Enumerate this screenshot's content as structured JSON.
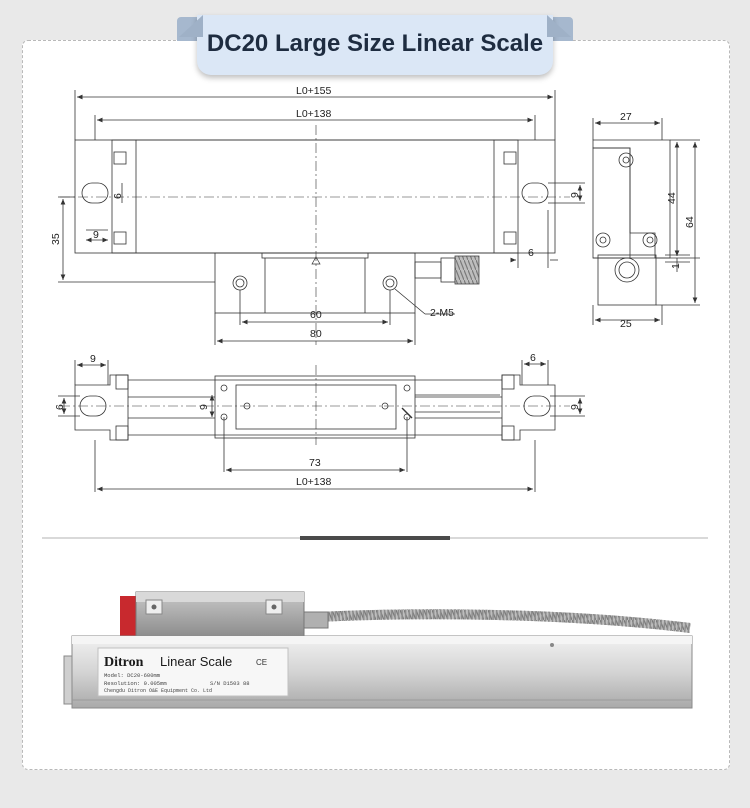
{
  "page": {
    "title": "DC20 Large Size Linear Scale"
  },
  "top_view": {
    "dim_overall": "L0+155",
    "dim_body": "L0+138",
    "dim_slot_height": "6",
    "dim_slot_width": "9",
    "dim_right_slot": "9",
    "dim_right_offset": "6",
    "dim_height": "35",
    "dim_hole_spacing": "60",
    "dim_reader_width": "80",
    "thread_note": "2-M5"
  },
  "side_view": {
    "dim_width": "27",
    "dim_height_44": "44",
    "dim_height_64": "64",
    "dim_offset": "1",
    "dim_base": "25"
  },
  "bottom_view": {
    "dim_left_slot": "9",
    "dim_left_height": "6",
    "dim_center": "9",
    "dim_right_top": "6",
    "dim_right_slot": "9",
    "dim_hole_spacing": "73",
    "dim_body": "L0+138"
  },
  "product": {
    "brand": "Ditron",
    "name": "Linear Scale",
    "mark": "CE",
    "model_line": "Model: DC20-600mm",
    "resolution_line": "Resolution: 0.005mm",
    "serial_line": "S/N D1503 88",
    "maker_line": "Chengdu Ditron O&E Equipment Co. Ltd"
  }
}
